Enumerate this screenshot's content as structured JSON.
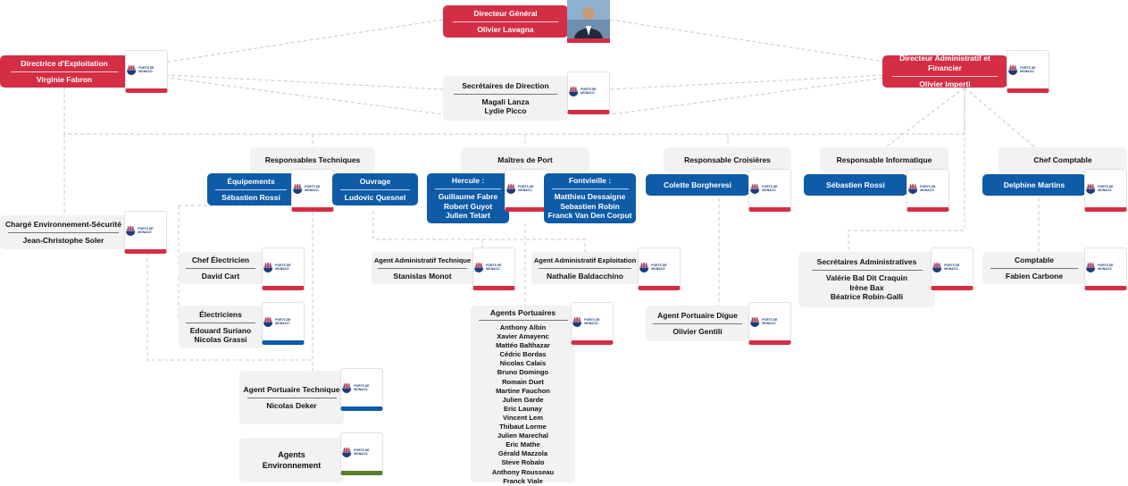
{
  "logo_text": "PORTS DE MONACO",
  "colors": {
    "red": "#d42e45",
    "blue": "#0e5ba8",
    "grey": "#f2f2f2",
    "green": "#5a7f2e"
  },
  "directeur_general": {
    "title": "Directeur Général",
    "name": "Olivier Lavagna"
  },
  "directrice_exploitation": {
    "title": "Directrice d'Exploitation",
    "name": "Virginie Fabron"
  },
  "secretaires_direction": {
    "title": "Secrétaires de Direction",
    "names": [
      "Magali Lanza",
      "Lydie Picco"
    ]
  },
  "directeur_admin": {
    "title": "Directeur Administratif et Financier",
    "name": "Olivier Imperti"
  },
  "responsables_techniques": {
    "title": "Responsables Techniques",
    "equipements": {
      "title": "Équipements",
      "name": "Sébastien Rossi"
    },
    "ouvrage": {
      "title": "Ouvrage",
      "name": "Ludovic Quesnel"
    }
  },
  "maitres_port": {
    "title": "Maîtres de Port",
    "hercule": {
      "title": "Hercule :",
      "names": [
        "Guillaume Fabre",
        "Robert Guyot",
        "Julien Tetart"
      ]
    },
    "fontvieille": {
      "title": "Fontvieille :",
      "names": [
        "Matthieu Dessaigne",
        "Sebastien Robin",
        "Franck Van Den Corput"
      ]
    }
  },
  "responsable_croisieres": {
    "title": "Responsable Croisières",
    "name": "Colette Borgheresi"
  },
  "responsable_informatique": {
    "title": "Responsable Informatique",
    "name": "Sébastien Rossi"
  },
  "chef_comptable": {
    "title": "Chef Comptable",
    "name": "Delphine Martins"
  },
  "charge_environnement": {
    "title": "Chargé Environnement-Sécurité",
    "name": "Jean-Christophe Soler"
  },
  "chef_electricien": {
    "title": "Chef Électricien",
    "name": "David Cart"
  },
  "electriciens": {
    "title": "Électriciens",
    "names": [
      "Edouard Suriano",
      "Nicolas Grassi"
    ]
  },
  "agent_portuaire_technique": {
    "title": "Agent Portuaire Technique",
    "name": "Nicolas Deker"
  },
  "agents_environnement": {
    "lines": [
      "Agents",
      "Environnement"
    ]
  },
  "agent_admin_technique": {
    "title": "Agent Administratif Technique",
    "name": "Stanislas Monot"
  },
  "agent_admin_exploitation": {
    "title": "Agent Administratif Exploitation",
    "name": "Nathalie Baldacchino"
  },
  "agents_portuaires": {
    "title": "Agents Portuaires",
    "names": [
      "Anthony Albin",
      "Xavier Amayenc",
      "Mattéo Balthazar",
      "Cédric Bordas",
      "Nicolas Calais",
      "Bruno Domingo",
      "Romain Duet",
      "Martine Fauchon",
      "Julien Garde",
      "Eric Launay",
      "Vincent Lem",
      "Thibaut Lorme",
      "Julien Marechal",
      "Eric Mathe",
      "Gérald Mazzola",
      "Steve Robalo",
      "Anthony Rousseau",
      "Franck Viale"
    ]
  },
  "agent_portuaire_digue": {
    "title": "Agent Portuaire Digue",
    "name": "Olivier Gentili"
  },
  "secretaires_administratives": {
    "title": "Secrétaires Administratives",
    "names": [
      "Valérie Bal Dit Craquin",
      "Irène Bax",
      "Béatrice Robin-Galli"
    ]
  },
  "comptable": {
    "title": "Comptable",
    "name": "Fabien Carbone"
  }
}
